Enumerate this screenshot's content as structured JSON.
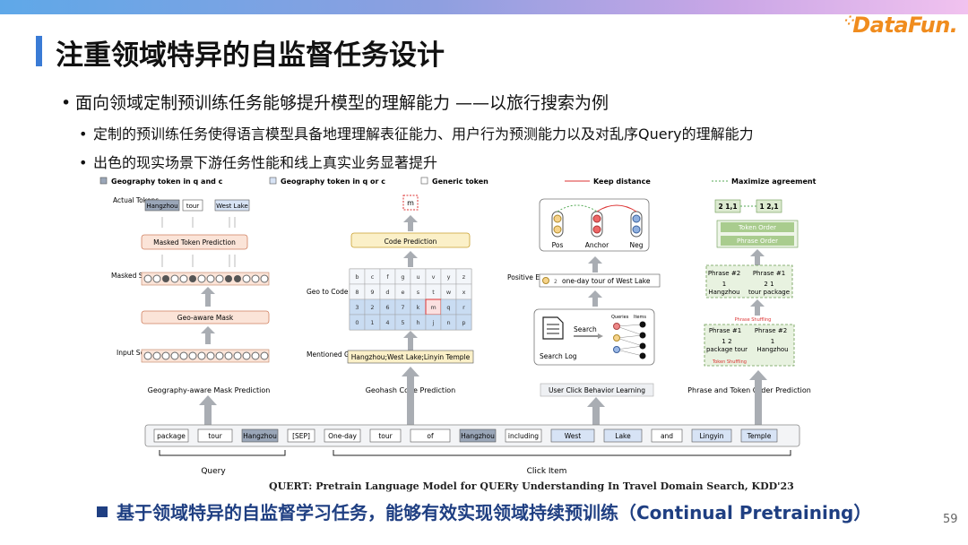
{
  "logo": {
    "text": "DataFun."
  },
  "title": "注重领域特异的自监督任务设计",
  "bullets": {
    "main": "面向领域定制预训练任务能够提升模型的理解能力 ——以旅行搜索为例",
    "sub1": "定制的预训练任务使得语言模型具备地理理解表征能力、用户行为预测能力以及对乱序Query的理解能力",
    "sub2": "出色的现实场景下游任务性能和线上真实业务显著提升"
  },
  "figure": {
    "legend": {
      "geo_qc": "Geography token in q and c",
      "geo_qorc": "Geography token in q or c",
      "generic": "Generic token",
      "keep_distance": "Keep distance",
      "maximize": "Maximize agreement"
    },
    "panel1": {
      "actual_tokens": "Actual Tokens",
      "tok1": "Hangzhou",
      "tok2": "tour",
      "tok3": "West Lake",
      "mtp": "Masked Token Prediction",
      "masked_seq": "Masked Sequence",
      "geo_mask": "Geo-aware Mask",
      "input_seq": "Input Sequence",
      "caption": "Geography-aware Mask Prediction"
    },
    "panel2": {
      "m": "m",
      "code_pred": "Code Prediction",
      "geo_to_code": "Geo to Code Mapping",
      "mentioned": "Mentioned Geography",
      "geo_text": "Hangzhou;West Lake;Linyin Temple",
      "caption": "Geohash Code Prediction",
      "grid": [
        "b",
        "c",
        "f",
        "g",
        "u",
        "v",
        "y",
        "z",
        "8",
        "9",
        "d",
        "e",
        "s",
        "t",
        "w",
        "x",
        "3",
        "2",
        "6",
        "7",
        "k",
        "m",
        "q",
        "r",
        "0",
        "1",
        "4",
        "5",
        "h",
        "j",
        "n",
        "p"
      ]
    },
    "panel3": {
      "pos": "Pos",
      "anchor": "Anchor",
      "neg": "Neg",
      "positive_example": "Positive Example",
      "example_text": "one-day tour of West Lake",
      "example_num": "2",
      "search": "Search",
      "queries": "Queries",
      "items": "Items",
      "search_log": "Search Log",
      "caption": "User Click Behavior Learning"
    },
    "panel4": {
      "out1": "2 1,1",
      "out2": "1 2,1",
      "token_order": "Token Order",
      "phrase_order": "Phrase Order",
      "phrase2": "Phrase #2",
      "phrase1": "Phrase #1",
      "top_a_num": "1",
      "top_a_word": "Hangzhou",
      "top_b_num": "2   1",
      "top_b_word": "tour  package",
      "phrase_shuffling": "Phrase Shuffling",
      "bot_a_num": "1     2",
      "bot_a_word": "package  tour",
      "bot_b_num": "1",
      "bot_b_word": "Hangzhou",
      "token_shuffling": "Token Shuffling",
      "caption": "Phrase and Token Order Prediction"
    },
    "sequence": [
      "package",
      "tour",
      "Hangzhou",
      "[SEP]",
      "One-day",
      "tour",
      "of",
      "Hangzhou",
      "including",
      "West",
      "Lake",
      "and",
      "Lingyin",
      "Temple"
    ],
    "query_label": "Query",
    "click_label": "Click Item"
  },
  "caption": "QUERT:  Pretrain Language Model for  QUERy Understanding In Travel Domain Search, KDD'23",
  "bottom": "基于领域特异的自监督学习任务，能够有效实现领域持续预训练（Continual Pretraining）",
  "page": "59"
}
